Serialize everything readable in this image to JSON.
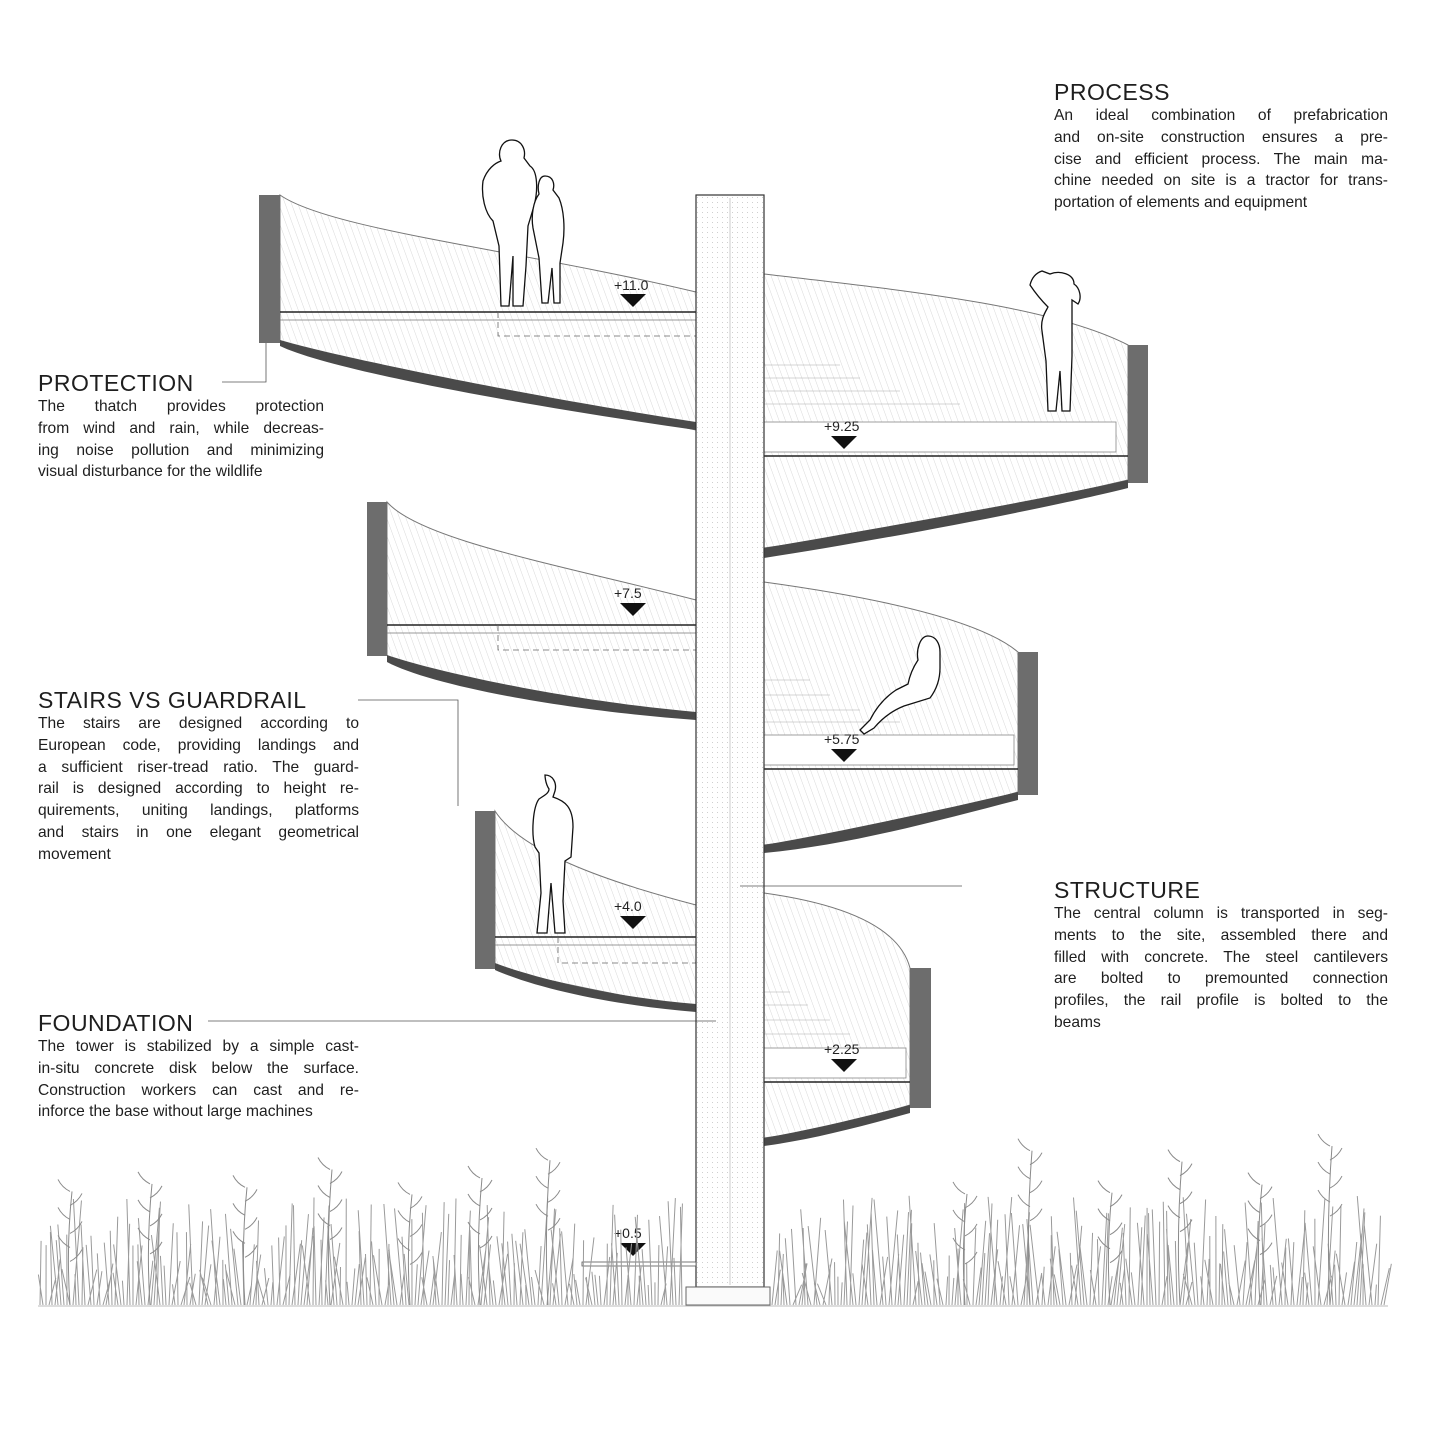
{
  "sections": {
    "process": {
      "title": "PROCESS",
      "lines": [
        "An ideal combination of prefabrication",
        "and on-site construction ensures a pre-",
        "cise and efficient process. The main ma-",
        "chine needed on site is a tractor for trans-",
        "portation of elements and equipment"
      ]
    },
    "protection": {
      "title": "PROTECTION",
      "lines": [
        "The thatch provides protection",
        "from wind and rain, while decreas-",
        "ing noise pollution and minimizing",
        "visual disturbance for the wildlife"
      ]
    },
    "stairs": {
      "title": "STAIRS VS GUARDRAIL",
      "lines": [
        "The stairs are designed according to",
        "European code, providing landings and",
        "a sufficient riser-tread ratio. The guard-",
        "rail is designed according to height re-",
        "quirements, uniting landings, platforms",
        "and stairs in one elegant geometrical",
        "movement"
      ]
    },
    "structure": {
      "title": "STRUCTURE",
      "lines": [
        "The central column is transported in seg-",
        "ments to the site, assembled there and",
        "filled with concrete. The steel cantilevers",
        "are bolted to premounted connection",
        "profiles, the rail profile is bolted to the",
        "beams"
      ]
    },
    "foundation": {
      "title": "FOUNDATION",
      "lines": [
        "The tower is stabilized by a simple cast-",
        "in-situ concrete disk below the surface.",
        "Construction workers can cast and re-",
        "inforce the base without large machines"
      ]
    }
  },
  "levels": [
    "+11.0",
    "+9.25",
    "+7.5",
    "+5.75",
    "+4.0",
    "+2.25",
    "+0.5"
  ],
  "colors": {
    "ink": "#1e1e1e",
    "wall_dark": "#6d6d6d",
    "hatch": "#c9c9c9",
    "grass": "#9a9a9a",
    "column_fill": "#fbfbfb"
  }
}
